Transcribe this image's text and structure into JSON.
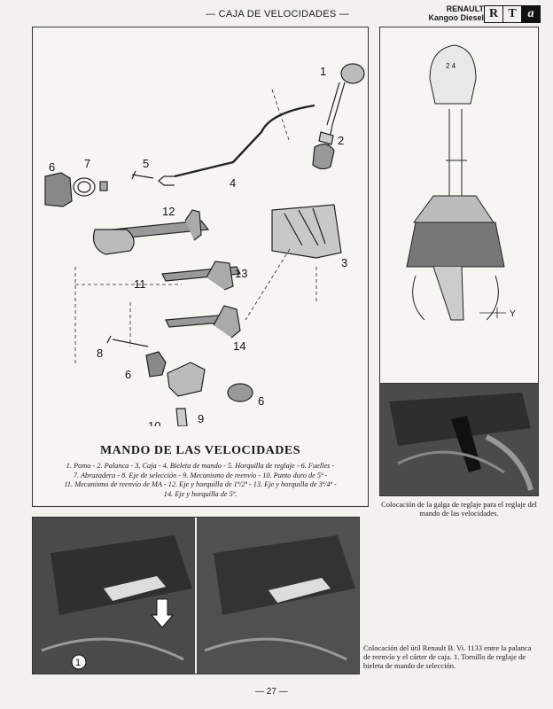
{
  "header": {
    "section_title": "— CAJA DE VELOCIDADES —",
    "brand": "RENAULT",
    "model": "Kangoo Diesel",
    "logo_letters": [
      "R",
      "T",
      "a"
    ]
  },
  "main_figure": {
    "title": "MANDO DE LAS VELOCIDADES",
    "legend_lines": [
      "1. Pomo - 2. Palanca - 3. Caja - 4. Bieleta de mando - 5. Horquilla de reglaje - 6. Fuelles -",
      "7. Abrazadera - 8. Eje de selección - 9. Mecanismo de reenvío - 10. Punto duro de 5ª -",
      "11. Mecanismo de reenvío de MA - 12. Eje y horquilla de 1ª/2ª - 13. Eje y horquilla de 3ª/4ª -",
      "14. Eje y horquilla de 5ª."
    ],
    "part_numbers": [
      "1",
      "2",
      "3",
      "4",
      "5",
      "6",
      "7",
      "8",
      "6",
      "6",
      "9",
      "10",
      "11",
      "12",
      "13",
      "14"
    ]
  },
  "side_figure": {
    "gear_label": "2 4",
    "dimension_label": "Y",
    "caption": "Colocación de la galga de reglaje para el reglaje del mando de las velocidades."
  },
  "bottom_figure": {
    "callout": "1",
    "caption": "Colocación del útil Renault B. Vi. 1133 entre la palanca de reenvío y el cárter de caja.   1. Tornillo de reglaje de bieleta de mando de selección."
  },
  "footer": {
    "page_number": "— 27 —"
  }
}
